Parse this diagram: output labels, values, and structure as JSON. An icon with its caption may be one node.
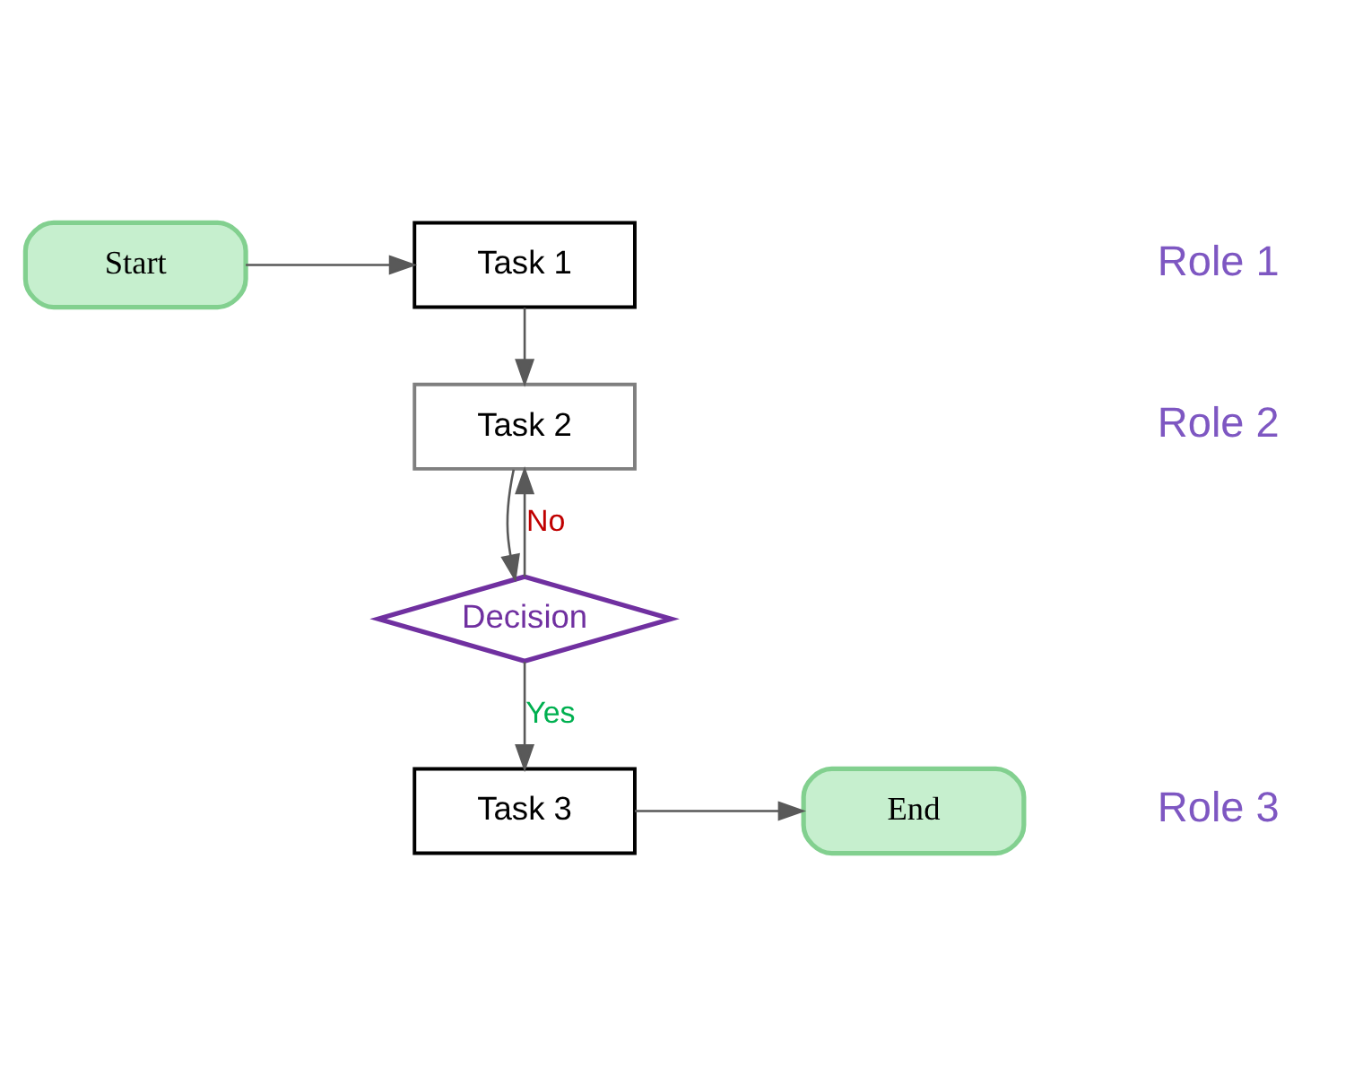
{
  "diagram": {
    "nodes": [
      {
        "text": [
          "Start"
        ]
      },
      {
        "text": [
          "Task 1"
        ]
      },
      {
        "text": [
          "Task 2"
        ]
      },
      {
        "text": [
          "Decision"
        ]
      },
      {
        "text": [
          "Task 3"
        ]
      },
      {
        "text": [
          "End"
        ]
      }
    ],
    "edges": [
      {
        "from": 0,
        "to": 1,
        "arrow": "to"
      },
      {
        "from": 1,
        "to": 2,
        "arrow": "to"
      },
      {
        "from": 2,
        "to": 3,
        "arrow": "to"
      },
      {
        "from": 3,
        "to": 2,
        "arrow": "to",
        "label": "No"
      },
      {
        "from": 3,
        "to": 4,
        "arrow": "to",
        "label": "Yes"
      },
      {
        "from": 4,
        "to": 5,
        "arrow": "to"
      }
    ],
    "labels": [
      "Role 1",
      "Role 2",
      "Role 3"
    ]
  }
}
